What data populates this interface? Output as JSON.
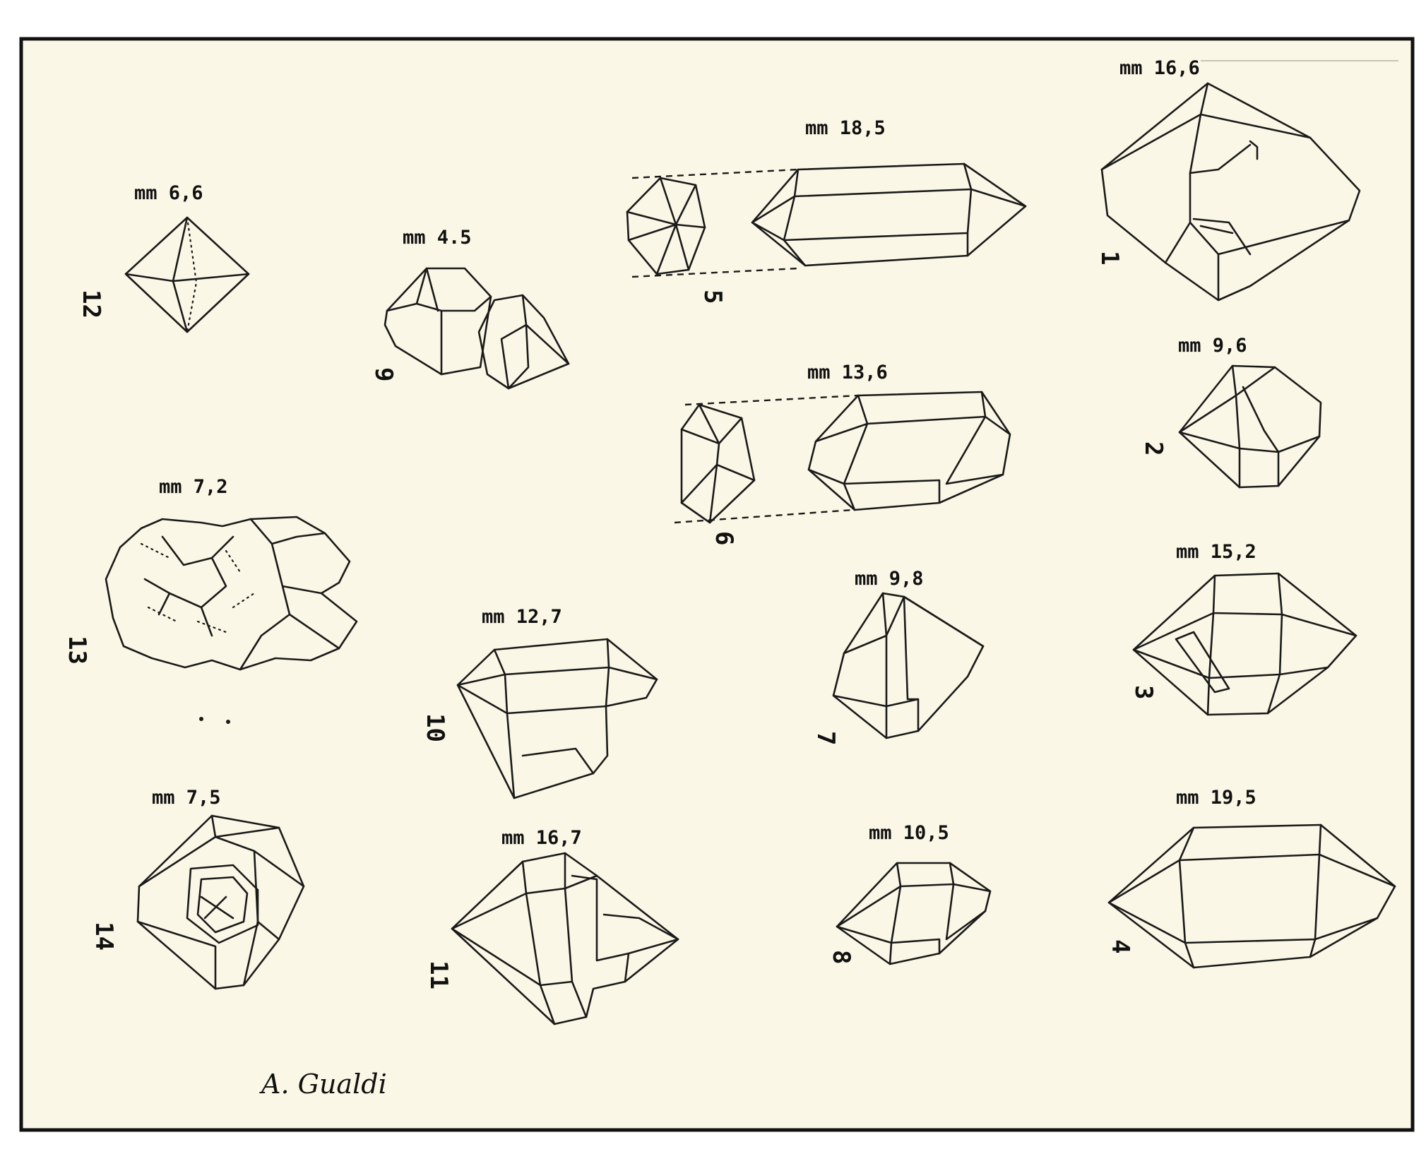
{
  "plate": {
    "background": "#fbf7e6",
    "frame_color": "#111111",
    "signature": "A. Gualdi"
  },
  "crystals": [
    {
      "id": "1",
      "number": "1",
      "size": "mm 16,6"
    },
    {
      "id": "2",
      "number": "2",
      "size": "mm 9,6"
    },
    {
      "id": "3",
      "number": "3",
      "size": "mm 15,2"
    },
    {
      "id": "4",
      "number": "4",
      "size": "mm 19,5"
    },
    {
      "id": "5",
      "number": "5",
      "size": "mm 18,5"
    },
    {
      "id": "6",
      "number": "6",
      "size": "mm 13,6"
    },
    {
      "id": "7",
      "number": "7",
      "size": "mm 9,8"
    },
    {
      "id": "8",
      "number": "8",
      "size": "mm 10,5"
    },
    {
      "id": "9",
      "number": "9",
      "size": "mm 4.5"
    },
    {
      "id": "10",
      "number": "10",
      "size": "mm 12,7"
    },
    {
      "id": "11",
      "number": "11",
      "size": "mm 16,7"
    },
    {
      "id": "12",
      "number": "12",
      "size": "mm 6,6"
    },
    {
      "id": "13",
      "number": "13",
      "size": "mm 7,2"
    },
    {
      "id": "14",
      "number": "14",
      "size": "mm 7,5"
    }
  ]
}
